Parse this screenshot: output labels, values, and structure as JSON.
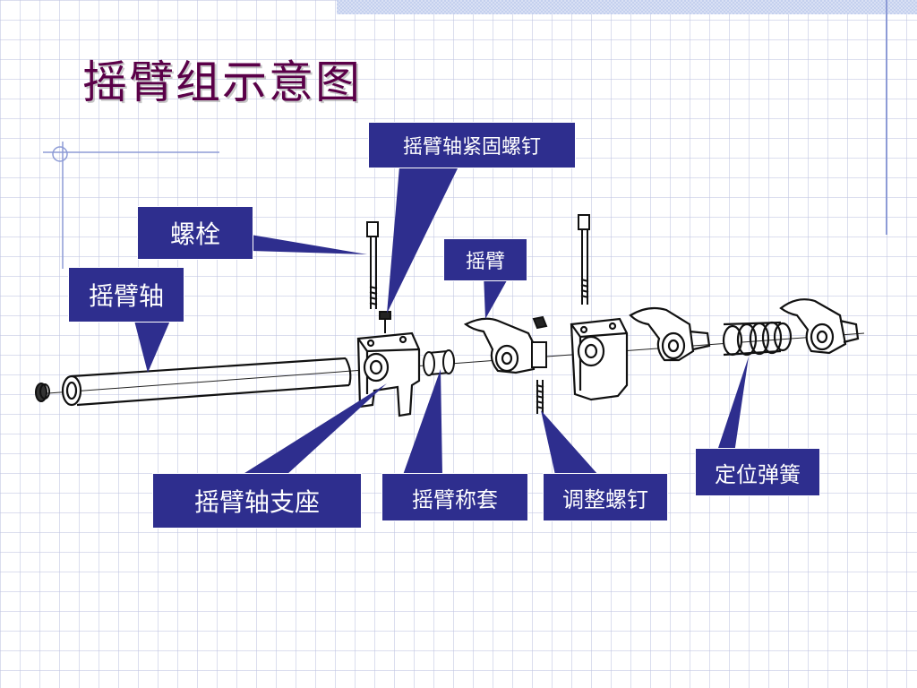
{
  "title": "摇臂组示意图",
  "labels": {
    "shaft_clamp_screw": "摇臂轴紧固螺钉",
    "bolt": "螺栓",
    "rocker_arm": "摇臂",
    "rocker_shaft": "摇臂轴",
    "shaft_support": "摇臂轴支座",
    "arm_bushing": "摇臂称套",
    "adjust_screw": "调整螺钉",
    "locating_spring": "定位弹簧"
  },
  "colors": {
    "label_bg": "#2e2e8e",
    "title": "#5a0048",
    "line_art": "#111111"
  }
}
